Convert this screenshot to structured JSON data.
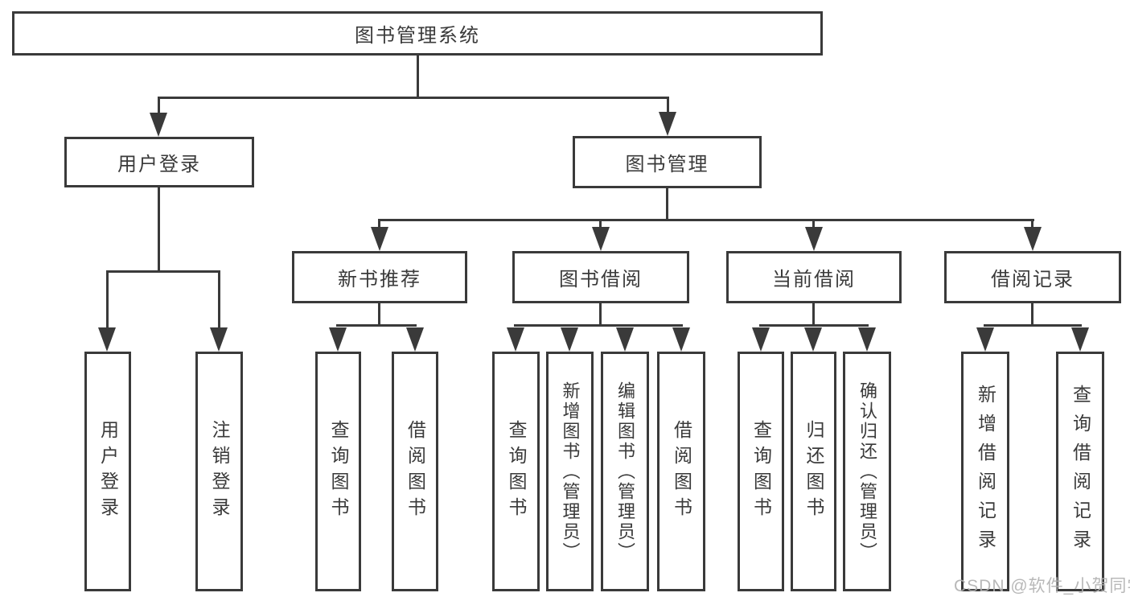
{
  "diagram_title": "图书管理系统",
  "tree": {
    "root": {
      "label": "图书管理系统",
      "children": [
        {
          "label": "用户登录",
          "children": [
            {
              "label": "用户登录"
            },
            {
              "label": "注销登录"
            }
          ]
        },
        {
          "label": "图书管理",
          "children": [
            {
              "label": "新书推荐",
              "children": [
                {
                  "label": "查询图书"
                },
                {
                  "label": "借阅图书"
                }
              ]
            },
            {
              "label": "图书借阅",
              "children": [
                {
                  "label": "查询图书"
                },
                {
                  "label": "新增图书（管理员）"
                },
                {
                  "label": "编辑图书（管理员）"
                },
                {
                  "label": "借阅图书"
                }
              ]
            },
            {
              "label": "当前借阅",
              "children": [
                {
                  "label": "查询图书"
                },
                {
                  "label": "归还图书"
                },
                {
                  "label": "确认归还（管理员）"
                }
              ]
            },
            {
              "label": "借阅记录",
              "children": [
                {
                  "label": "新增借阅记录"
                },
                {
                  "label": "查询借阅记录"
                }
              ]
            }
          ]
        }
      ]
    }
  },
  "watermark": {
    "text": "CSDN @软件_小贺同学"
  },
  "colors": {
    "line": "#3a3a3a",
    "background": "#ffffff",
    "watermark": "#b1b1b1"
  }
}
